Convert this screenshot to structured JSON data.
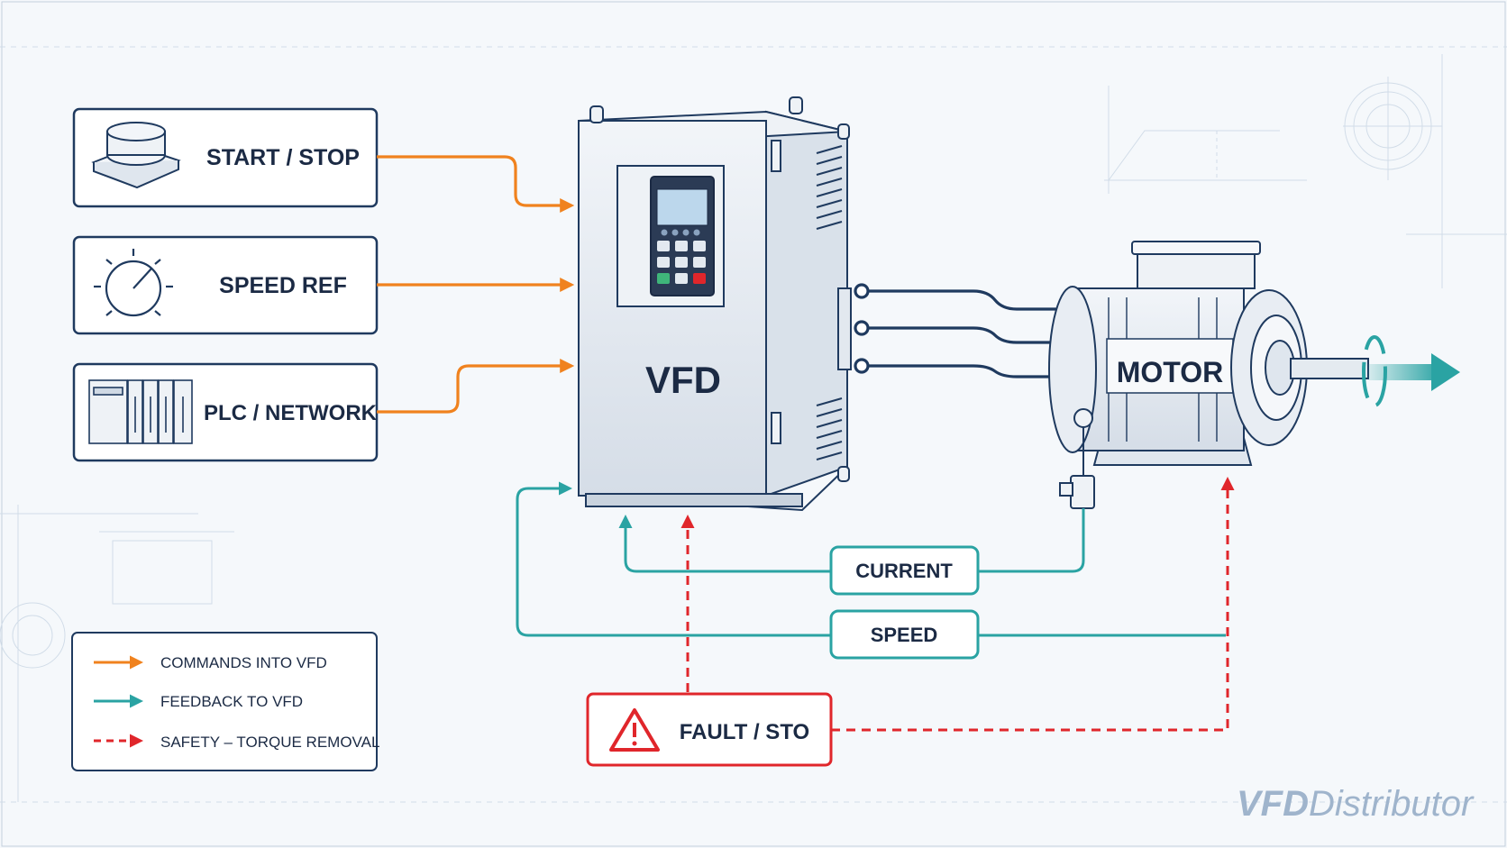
{
  "inputs": {
    "start_stop": "START / STOP",
    "speed_ref": "SPEED REF",
    "plc_network": "PLC / NETWORK"
  },
  "drive": {
    "label": "VFD"
  },
  "motor": {
    "label": "MOTOR"
  },
  "feedback": {
    "current": "CURRENT",
    "speed": "SPEED"
  },
  "safety": {
    "label": "FAULT / STO"
  },
  "legend": {
    "commands": "COMMANDS INTO VFD",
    "feedback": "FEEDBACK TO VFD",
    "safety": "SAFETY – TORQUE REMOVAL"
  },
  "brand": {
    "bold": "VFD",
    "light": "Distributor"
  },
  "colors": {
    "command": "#f0821e",
    "feedback": "#2aa3a3",
    "safety": "#e0262b",
    "outline": "#1f3a5f",
    "power_line": "#1f3a5f"
  },
  "icons": [
    "push-button-icon",
    "dial-icon",
    "plc-rack-icon",
    "warning-icon",
    "keypad-icon",
    "encoder-icon",
    "rotation-icon"
  ]
}
